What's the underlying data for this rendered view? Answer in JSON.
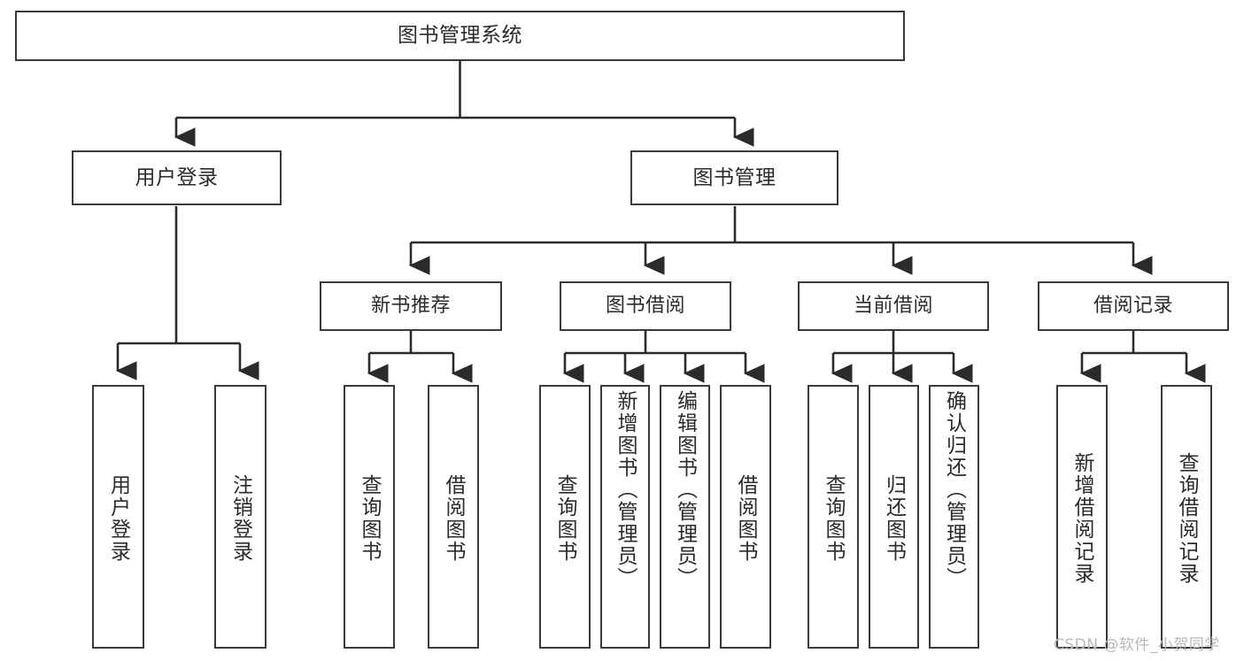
{
  "diagram": {
    "title": "图书管理系统",
    "type": "tree",
    "watermark": "CSDN @软件_小贺同学",
    "colors": {
      "border": "#3a3a3a",
      "text": "#2b2b2b",
      "background": "#ffffff",
      "wire": "#2b2b2b",
      "watermark": "#b9b9b9"
    },
    "nodes": {
      "root": {
        "label": "图书管理系统"
      },
      "level2": [
        {
          "label": "用户登录"
        },
        {
          "label": "图书管理"
        }
      ],
      "level3": [
        {
          "label": "新书推荐"
        },
        {
          "label": "图书借阅"
        },
        {
          "label": "当前借阅"
        },
        {
          "label": "借阅记录"
        }
      ],
      "leaves": {
        "user_login": [
          {
            "label": "用户登录"
          },
          {
            "label": "注销登录"
          }
        ],
        "new_book": [
          {
            "label": "查询图书"
          },
          {
            "label": "借阅图书"
          }
        ],
        "borrow_book": [
          {
            "label": "查询图书"
          },
          {
            "label": "新增图书（管理员）"
          },
          {
            "label": "编辑图书（管理员）"
          },
          {
            "label": "借阅图书"
          }
        ],
        "current_borrow": [
          {
            "label": "查询图书"
          },
          {
            "label": "归还图书"
          },
          {
            "label": "确认归还（管理员）"
          }
        ],
        "borrow_record": [
          {
            "label": "新增借阅记录"
          },
          {
            "label": "查询借阅记录"
          }
        ]
      }
    }
  }
}
